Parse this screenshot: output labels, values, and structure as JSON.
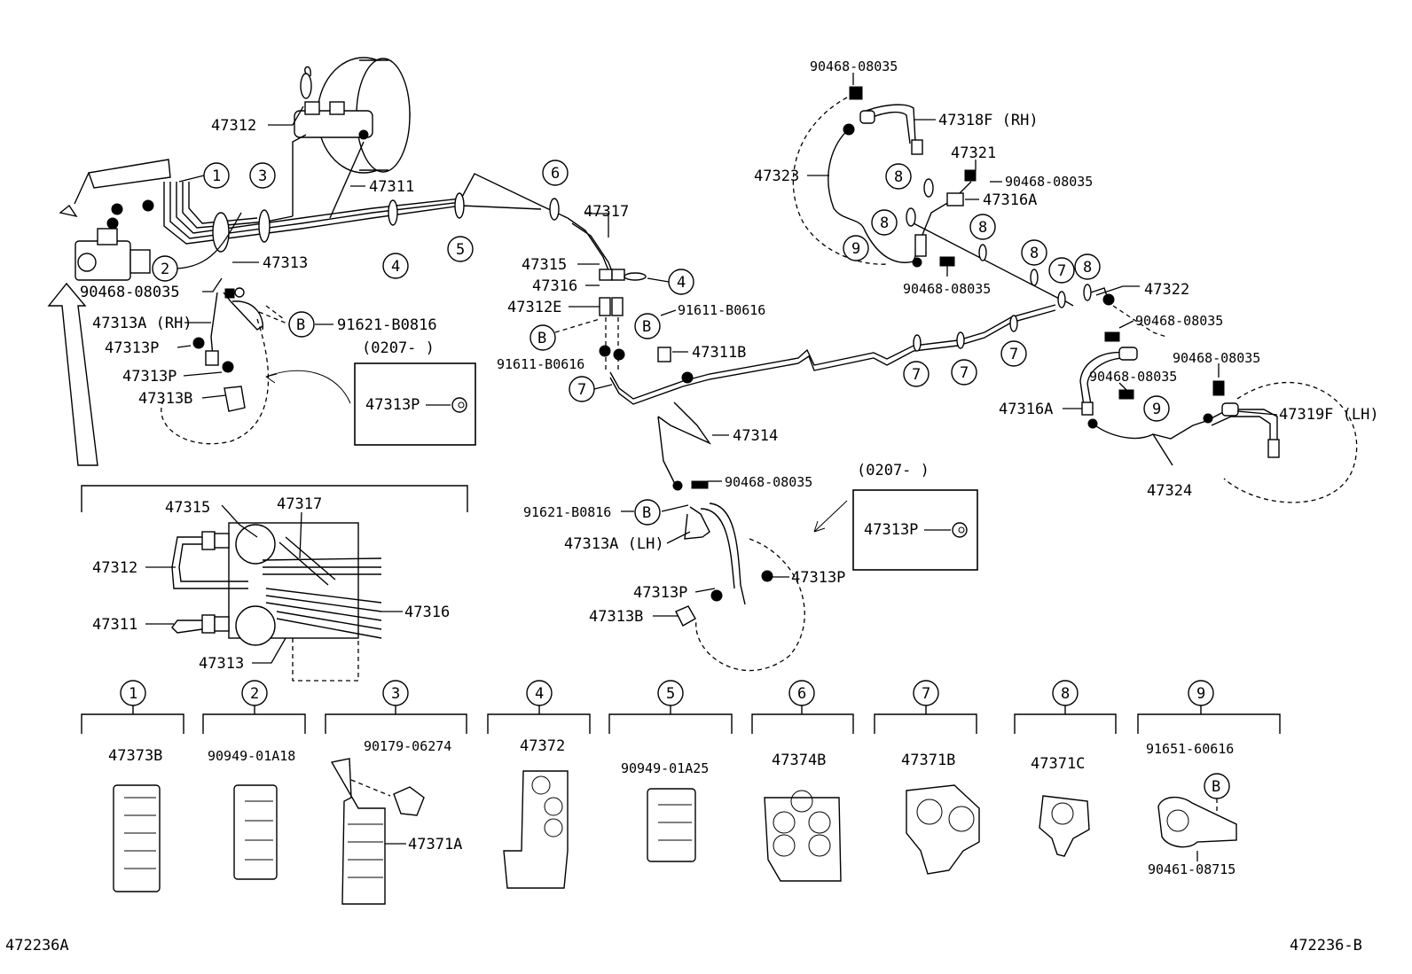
{
  "labels": {
    "p47312": "47312",
    "p47311": "47311",
    "p47313": "47313",
    "p90468_a": "90468-08035",
    "p47313A_rh": "47313A (RH)",
    "p47313P_1": "47313P",
    "p47313P_2": "47313P",
    "p47313B": "47313B",
    "p91621_a": "91621-B0816",
    "p47317": "47317",
    "p47315": "47315",
    "p47316": "47316",
    "p47312E": "47312E",
    "p91611_a": "91611-B0616",
    "p91611_b": "91611-B0616",
    "p47311B": "47311B",
    "p47314": "47314",
    "p90468_b": "90468-08035",
    "p91621_b": "91621-B0816",
    "p47313A_lh": "47313A (LH)",
    "p47313P_3": "47313P",
    "p47313P_4": "47313P",
    "p47313B_2": "47313B",
    "p90468_top": "90468-08035",
    "p47318F": "47318F (RH)",
    "p47323": "47323",
    "p47321": "47321",
    "p90468_c": "90468-08035",
    "p47316A_1": "47316A",
    "p90468_d": "90468-08035",
    "p47322": "47322",
    "p90468_e": "90468-08035",
    "p90468_f": "90468-08035",
    "p90468_g": "90468-08035",
    "p47316A_2": "47316A",
    "p47319F": "47319F (LH)",
    "p47324": "47324"
  },
  "insets": [
    {
      "range": "(0207-        )",
      "part": "47313P"
    },
    {
      "range": "(0207-        )",
      "part": "47313P"
    }
  ],
  "detail": {
    "p47315": "47315",
    "p47317": "47317",
    "p47312": "47312",
    "p47311": "47311",
    "p47316": "47316",
    "p47313": "47313"
  },
  "callouts": {
    "B": "B"
  },
  "clamp_numbers": [
    "1",
    "2",
    "3",
    "4",
    "5",
    "6",
    "7",
    "8",
    "9"
  ],
  "clamp_parts": [
    {
      "num": "1",
      "parts": [
        "47373B"
      ]
    },
    {
      "num": "2",
      "parts": [
        "90949-01A18"
      ]
    },
    {
      "num": "3",
      "parts": [
        "90179-06274",
        "47371A"
      ]
    },
    {
      "num": "4",
      "parts": [
        "47372"
      ]
    },
    {
      "num": "5",
      "parts": [
        "90949-01A25"
      ]
    },
    {
      "num": "6",
      "parts": [
        "47374B"
      ]
    },
    {
      "num": "7",
      "parts": [
        "47371B"
      ]
    },
    {
      "num": "8",
      "parts": [
        "47371C"
      ]
    },
    {
      "num": "9",
      "parts": [
        "91651-60616",
        "90461-08715"
      ]
    }
  ],
  "footer": {
    "left": "472236A",
    "right": "472236-B"
  }
}
